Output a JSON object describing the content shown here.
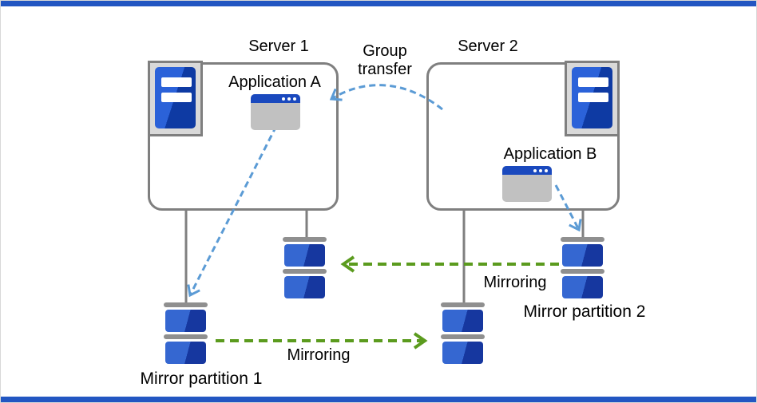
{
  "nodes": {
    "server1": {
      "label": "Server 1"
    },
    "server2": {
      "label": "Server 2"
    },
    "app_a": {
      "label": "Application A"
    },
    "app_b": {
      "label": "Application B"
    },
    "mp1": {
      "label": "Mirror partition 1"
    },
    "mp2": {
      "label": "Mirror partition 2"
    }
  },
  "edges": {
    "group_transfer": {
      "label": "Group transfer"
    },
    "mirroring_top": {
      "label": "Mirroring"
    },
    "mirroring_bottom": {
      "label": "Mirroring"
    }
  },
  "colors": {
    "accent_blue": "#5B9BD5",
    "accent_green": "#5B9B1E",
    "disk_light": "#3567D1",
    "disk_dark": "#16379F",
    "tower_light": "#2B62D9",
    "tower_dark": "#0E3AA3",
    "titlebar_blue": "#1A49BE",
    "gray_line": "#7F7F7F",
    "gray_fill": "#D9D9D9",
    "cap_gray": "#8F8F8F",
    "app_body": "#C1C1C1",
    "frame_bar": "#2256C2",
    "page_border": "#D8D8D8"
  }
}
